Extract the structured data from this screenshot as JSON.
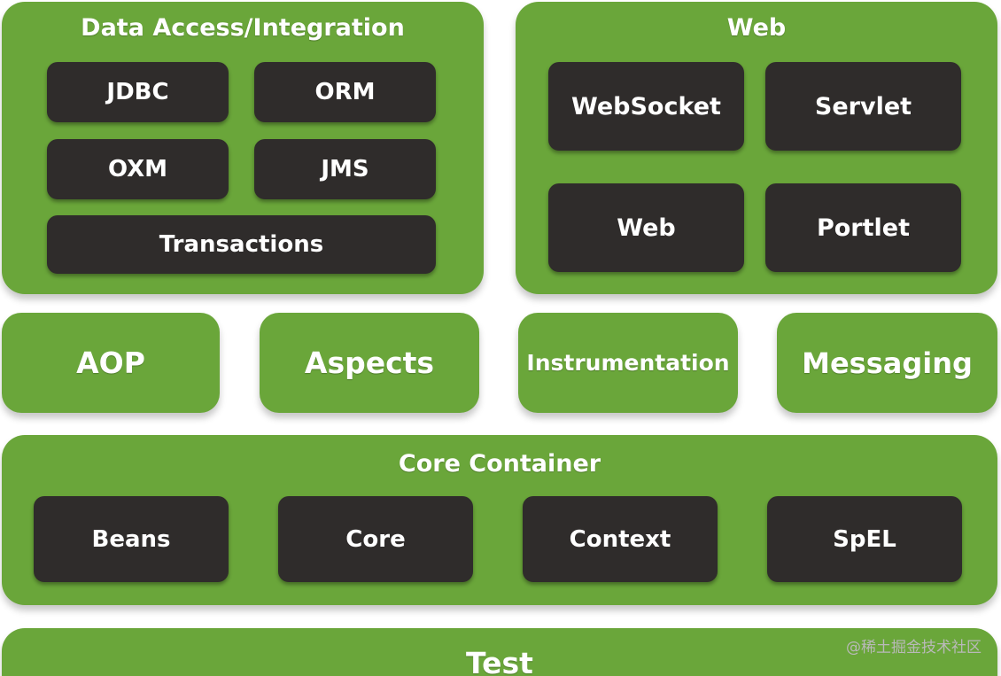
{
  "data_access": {
    "title": "Data Access/Integration",
    "jdbc": "JDBC",
    "orm": "ORM",
    "oxm": "OXM",
    "jms": "JMS",
    "transactions": "Transactions"
  },
  "web": {
    "title": "Web",
    "websocket": "WebSocket",
    "servlet": "Servlet",
    "web": "Web",
    "portlet": "Portlet"
  },
  "middle": {
    "aop": "AOP",
    "aspects": "Aspects",
    "instrumentation": "Instrumentation",
    "messaging": "Messaging"
  },
  "core_container": {
    "title": "Core Container",
    "beans": "Beans",
    "core": "Core",
    "context": "Context",
    "spel": "SpEL"
  },
  "test": {
    "title": "Test"
  },
  "watermark": "@稀土掘金技术社区",
  "colors": {
    "panel": "#6aa63a",
    "module": "#2f2c2b",
    "text": "#ffffff"
  }
}
